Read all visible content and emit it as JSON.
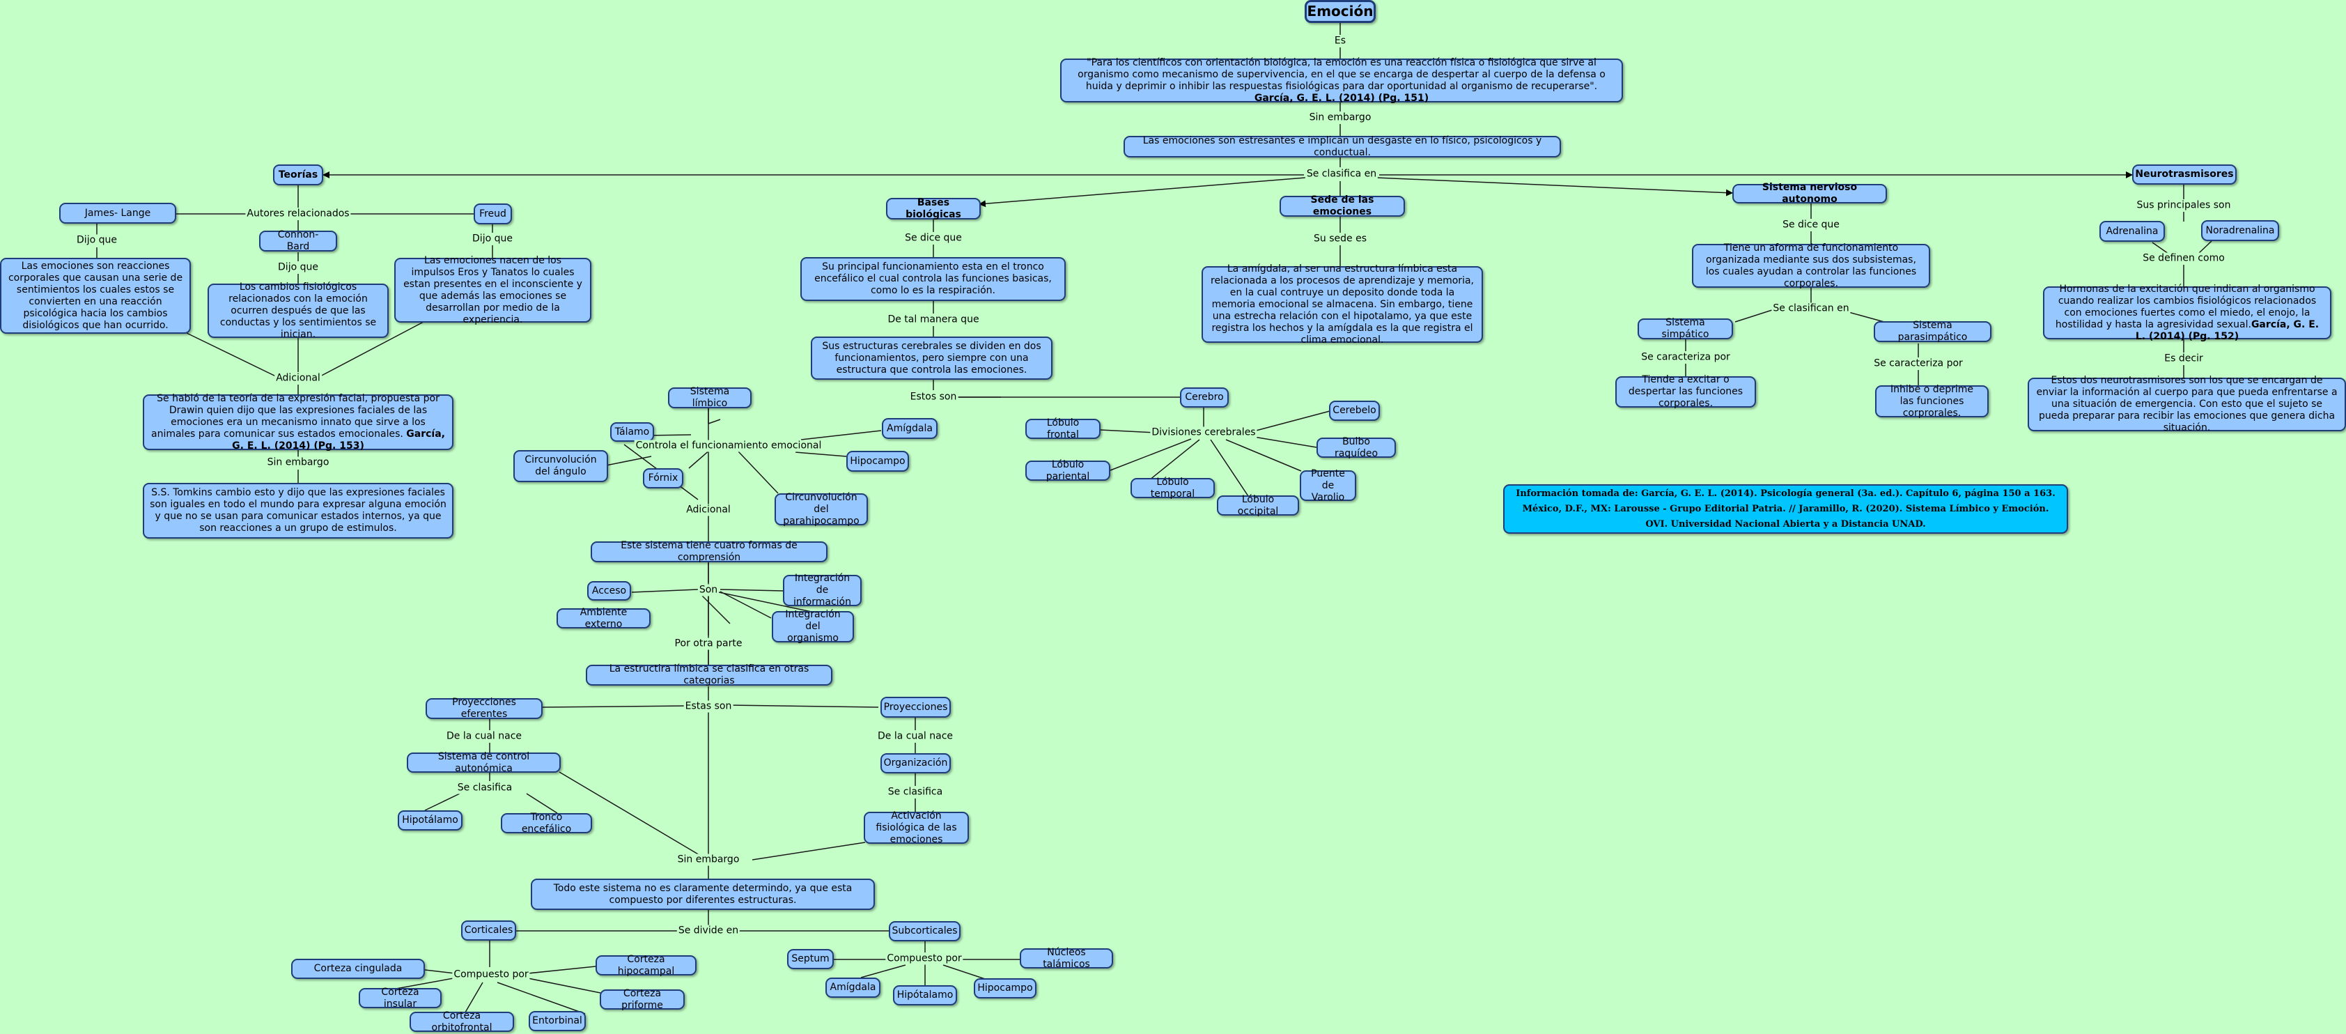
{
  "colors": {
    "background": "#c4ffc8",
    "node": "#96c8ff",
    "node_border": "#1f3d7a",
    "source_node": "#00c5ff",
    "line": "#1a1a1a"
  },
  "nodes": {
    "emocion": "Emoción",
    "definicion": "\"Para los científicos con orientación biológica, la emoción es una reacción física o fisiológica que sirve al organismo como mecanismo de supervivencia, en el que se encarga de despertar al cuerpo de la defensa o huida y deprimir o inhibir las respuestas fisiológicas para dar oportunidad al organismo de recuperarse\".",
    "definicion_ref": "García, G. E. L. (2014) (Pg. 151)",
    "estresantes": "Las emociones son estresantes e implican un desgaste en lo físico, psicologicos y conductual.",
    "teorias": "Teorías",
    "james_lange": "James- Lange",
    "connon_bard": "Connon- Bard",
    "freud": "Freud",
    "james_text": "Las emociones son reacciones corporales que causan una serie de sentimientos los cuales estos se convierten en una reacción psicológica hacia los cambios disiológicos que han ocurrido.",
    "connon_text": "Los cambios fisiológicos relacionados con la emoción ocurren después de que las conductas y los sentimientos se inician.",
    "freud_text": "Las emociones nacen de los impulsos Eros y Tanatos lo cuales estan presentes en el inconsciente y que además las emociones se desarrollan por medio de la experiencia.",
    "drawin": "Se habló de la teoría de la expresión facial, propuesta por Drawin quien dijo que las expresiones faciales de las emociones era un mecanismo innato que sirve a los animales para comunicar sus estados emocionales.",
    "drawin_ref": "García, G. E. L. (2014) (Pg. 153)",
    "tomkins": "S.S. Tomkins cambio esto y dijo que las expresiones faciales son iguales en todo el mundo para expresar alguna emoción y que no se usan para comunicar estados internos, ya que son reacciones a un grupo de estimulos.",
    "bases": "Bases biológicas",
    "tronco": "Su principal funcionamiento esta en el tronco encefálico el cual controla las funciones basicas, como lo es la respiración.",
    "estructuras": "Sus estructuras cerebrales se dividen en dos funcionamientos, pero siempre con una estructura que controla las emociones.",
    "sistema_limbico": "Sistema límbico",
    "talamo": "Tálamo",
    "amigdala": "Amígdala",
    "hipocampo": "Hipocampo",
    "circ_angulo": "Circunvolución del ángulo",
    "fornix": "Fórnix",
    "circ_parahipo": "Circunvolución del parahipocampo",
    "cuatro_formas": "Este sistema tiene cuatro formas de comprensión",
    "acceso": "Acceso",
    "ambiente": "Ambiente externo",
    "integracion_info": "Integración de información",
    "integracion_org": "Integración del organismo",
    "estructura_limbica": "La estructira límbica se clasifica en otras categorias",
    "proy_eferentes": "Proyecciones eferentes",
    "proyecciones": "Proyecciones",
    "control_autonomica": "Sistema de control autonómica",
    "organizacion": "Organización",
    "hipotalamo1": "Hipotálamo",
    "tronco_enc": "Tronco encefálico",
    "activacion": "Activación fisiológica de las emociones",
    "todo_sistema": "Todo este sistema no es claramente determindo, ya que esta compuesto por diferentes estructuras.",
    "corticales": "Corticales",
    "subcorticales": "Subcorticales",
    "corteza_cingulada": "Corteza cingulada",
    "corteza_hipocampal": "Corteza hipocampal",
    "corteza_insular": "Corteza insular",
    "corteza_piriforme": "Corteza priforme",
    "corteza_orbito": "Corteza orbitofrontal",
    "entorbinal": "Entorbinal",
    "septum": "Septum",
    "nucleos": "Núcleos talámicos",
    "amigdala2": "Amígdala",
    "hipotalamo2": "Hipótalamo",
    "hipocampo2": "Hipocampo",
    "cerebro": "Cerebro",
    "lobulo_frontal": "Lóbulo frontal",
    "lobulo_parietal": "Lóbulo pariental",
    "lobulo_temporal": "Lóbulo temporal",
    "lobulo_occipital": "Lóbulo occipital",
    "cerebelo": "Cerebelo",
    "bulbo": "Bulbo raquídeo",
    "puente": "Puente de Varolio",
    "sede": "Sede de las emociones",
    "sede_text": "La amígdala, al ser una estructura límbica esta relacionada a los procesos de aprendizaje y memoria, en la cual contruye un deposito donde toda la memoria emocional se almacena. Sin embargo, tiene una estrecha relación con el hipotalamo, ya que este registra los hechos y la amígdala es la que registra el clima emocional.",
    "sna": "Sistema nervioso autonomo",
    "sna_text": "Tiene un aforma de funcionamiento organizada mediante sus dos subsistemas, los cuales ayudan a controlar las funciones corporales.",
    "simpatico": "Sistema simpático",
    "parasimpatico": "Sistema parasimpático",
    "simpatico_text": "Tiende a excitar o despertar las funciones corporales.",
    "parasimpatico_text": "Inhibe o deprime las funciones corprorales.",
    "neurotransmisores": "Neurotrasmisores",
    "adrenalina": "Adrenalina",
    "noradrenalina": "Noradrenalina",
    "hormonas": "Hormonas de la excitación que indican al organismo cuando realizar los cambios fisiológicos relacionados con emociones fuertes como el miedo, el enojo, la hostilidad y hasta la agresividad sexual.",
    "hormonas_ref": "García, G. E. L. (2014) (Pg. 152)",
    "neuro_text": "Estos dos neurotrasmisores son los que se encargan de enviar la información al cuerpo para que pueda enfrentarse a una situación de emergencia. Con esto que el sujeto se pueda preparar para recibir las emociones que genera dicha situación.",
    "fuente": "Información tomada de: García, G. E. L. (2014). Psicología general (3a. ed.). Capítulo 6, página 150 a 163. México, D.F., MX: Larousse - Grupo Editorial Patria. // Jaramillo, R. (2020). Sistema Límbico y Emoción. OVI. Universidad Nacional Abierta y a Distancia UNAD."
  },
  "links": {
    "es": "Es",
    "sin_embargo_1": "Sin embargo",
    "se_clasifica_en": "Se clasifica en",
    "autores": "Autores relacionados",
    "dijo_que_1": "Dijo que",
    "dijo_que_2": "Dijo que",
    "dijo_que_3": "Dijo que",
    "adicional_1": "Adicional",
    "sin_embargo_2": "Sin embargo",
    "se_dice_que_1": "Se dice que",
    "de_tal_manera": "De tal manera que",
    "estos_son": "Estos son",
    "controla": "Controla el funcionamiento emocional",
    "adicional_2": "Adicional",
    "son": "Son",
    "por_otra_parte": "Por otra parte",
    "estas_son": "Estas son",
    "de_la_cual_1": "De la cual nace",
    "de_la_cual_2": "De la cual nace",
    "se_clasifica_1": "Se clasifica",
    "se_clasifica_2": "Se clasifica",
    "sin_embargo_3": "Sin embargo",
    "se_divide_en": "Se divide en",
    "compuesto_1": "Compuesto por",
    "compuesto_2": "Compuesto por",
    "divisiones": "Divisiones cerebrales",
    "su_sede_es": "Su sede es",
    "se_dice_que_2": "Se dice que",
    "se_clasifican_en": "Se clasifican en",
    "se_caracteriza_1": "Se caracteriza por",
    "se_caracteriza_2": "Se caracteriza por",
    "sus_principales": "Sus principales son",
    "se_definen": "Se definen como",
    "es_decir": "Es decir"
  }
}
